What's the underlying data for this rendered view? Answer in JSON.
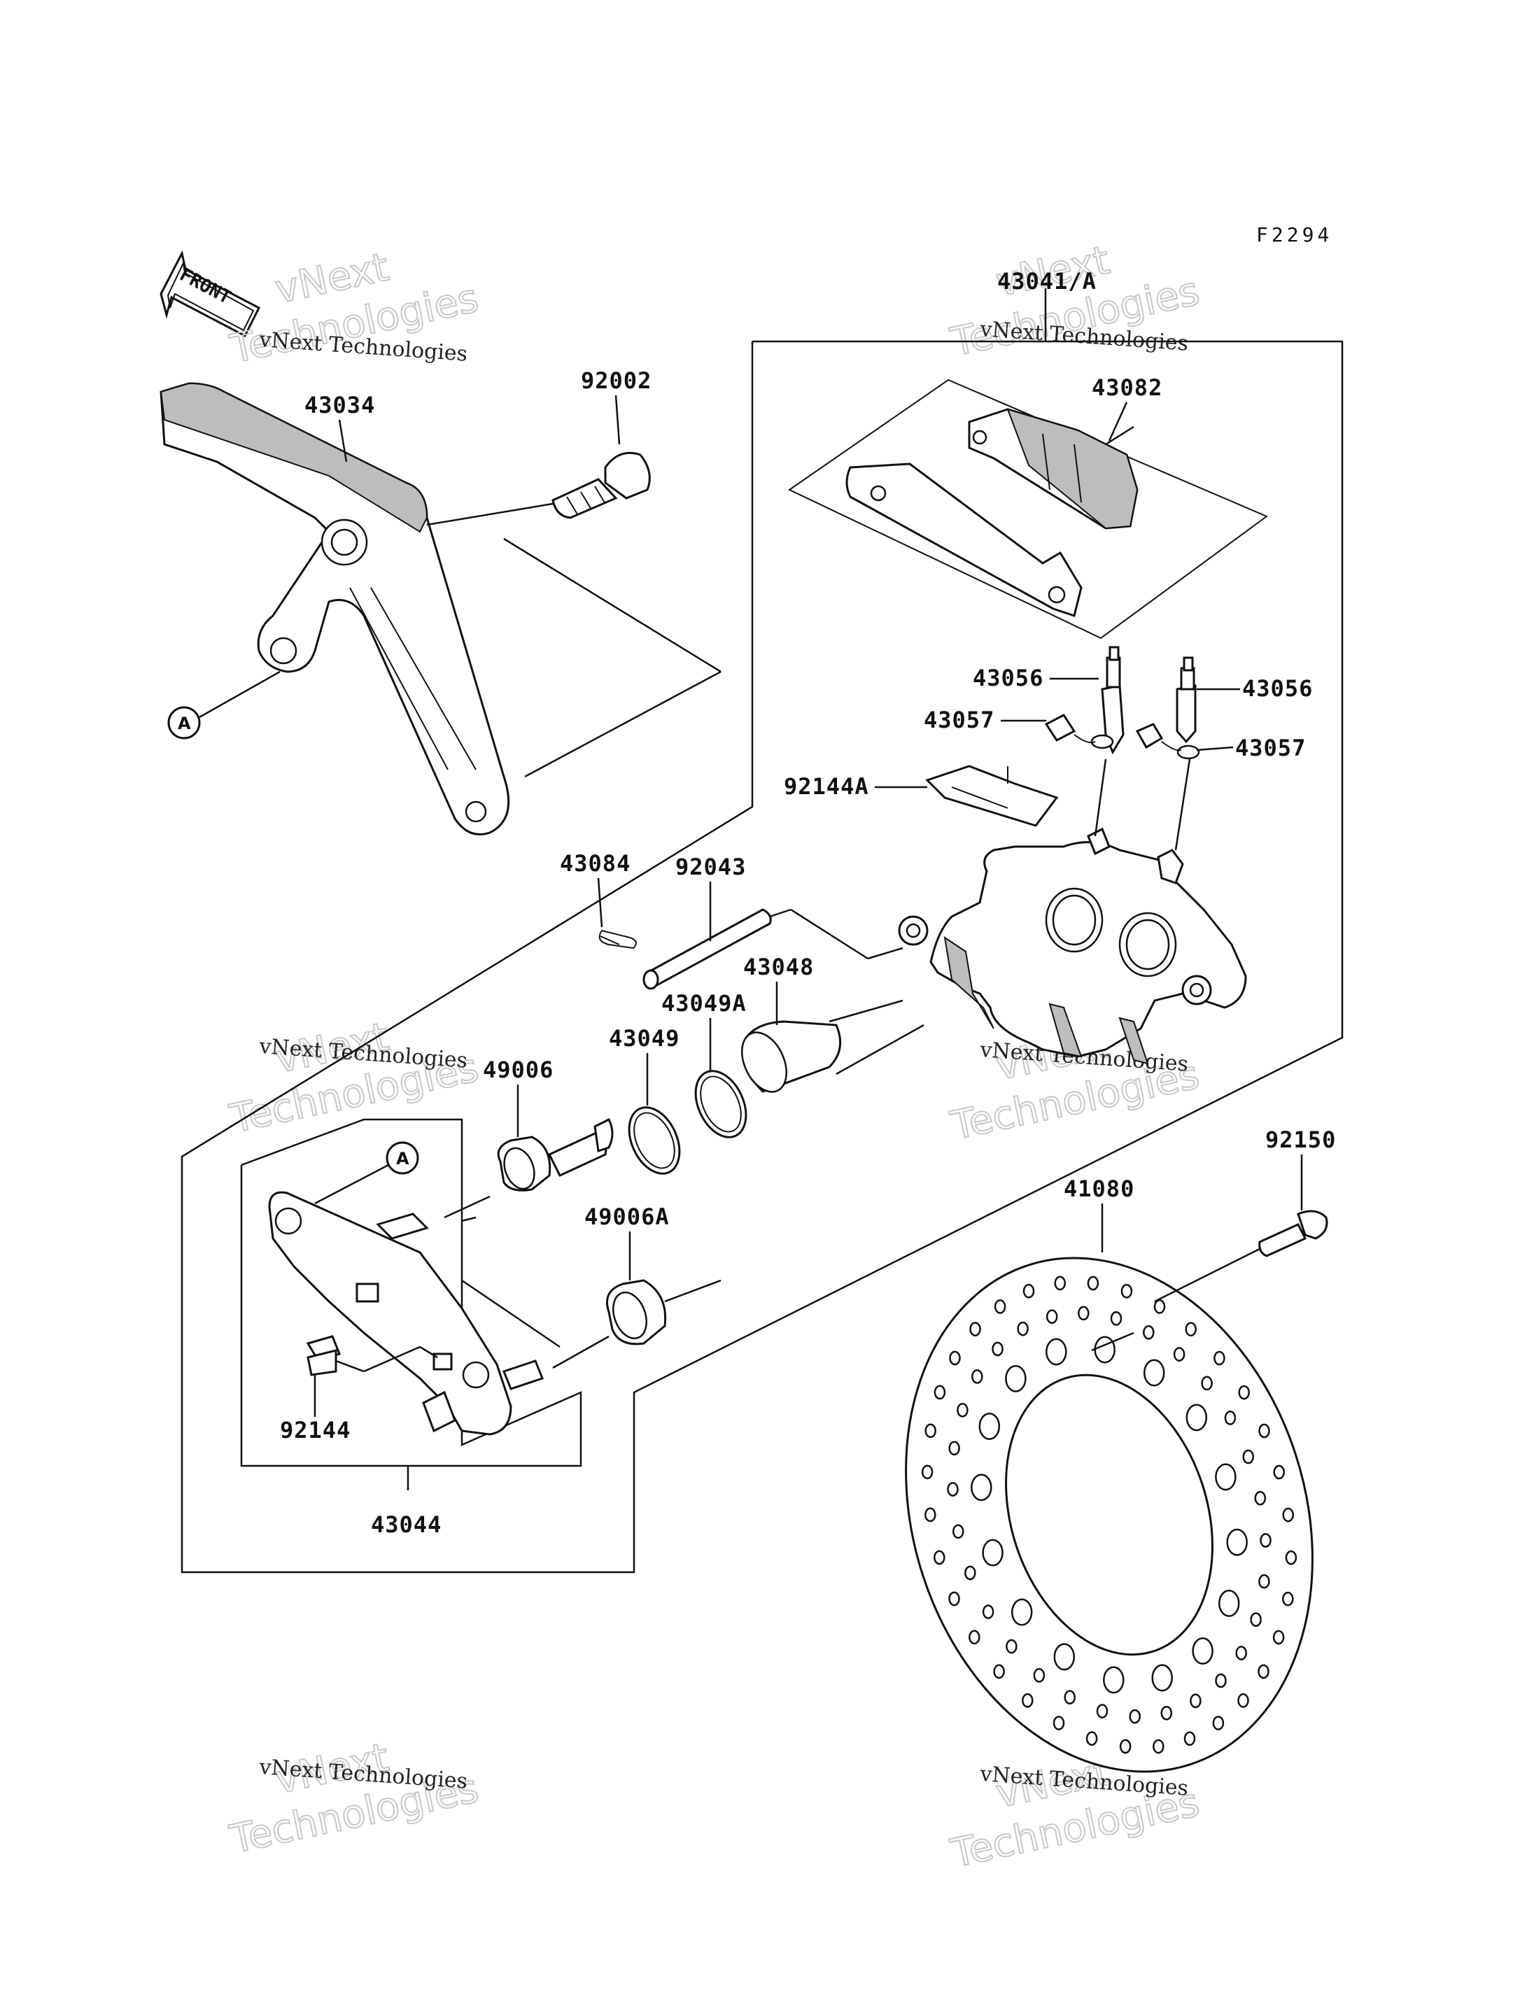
{
  "diagram": {
    "ref_code": "F2294",
    "front_label": "FRONT",
    "callout_a_label": "A",
    "watermark": {
      "small": "vNext Technologies",
      "big_1": "vNext",
      "big_2": "Technologies"
    },
    "parts": {
      "p43041A": "43041/A",
      "p43082": "43082",
      "p43034": "43034",
      "p92002": "92002",
      "p43056_left": "43056",
      "p43056_right": "43056",
      "p43057_left": "43057",
      "p43057_right": "43057",
      "p92144A": "92144A",
      "p43084": "43084",
      "p92043": "92043",
      "p43048": "43048",
      "p43049A": "43049A",
      "p43049": "43049",
      "p49006": "49006",
      "p49006A": "49006A",
      "p92150": "92150",
      "p41080": "41080",
      "p92144": "92144",
      "p43044": "43044"
    }
  }
}
